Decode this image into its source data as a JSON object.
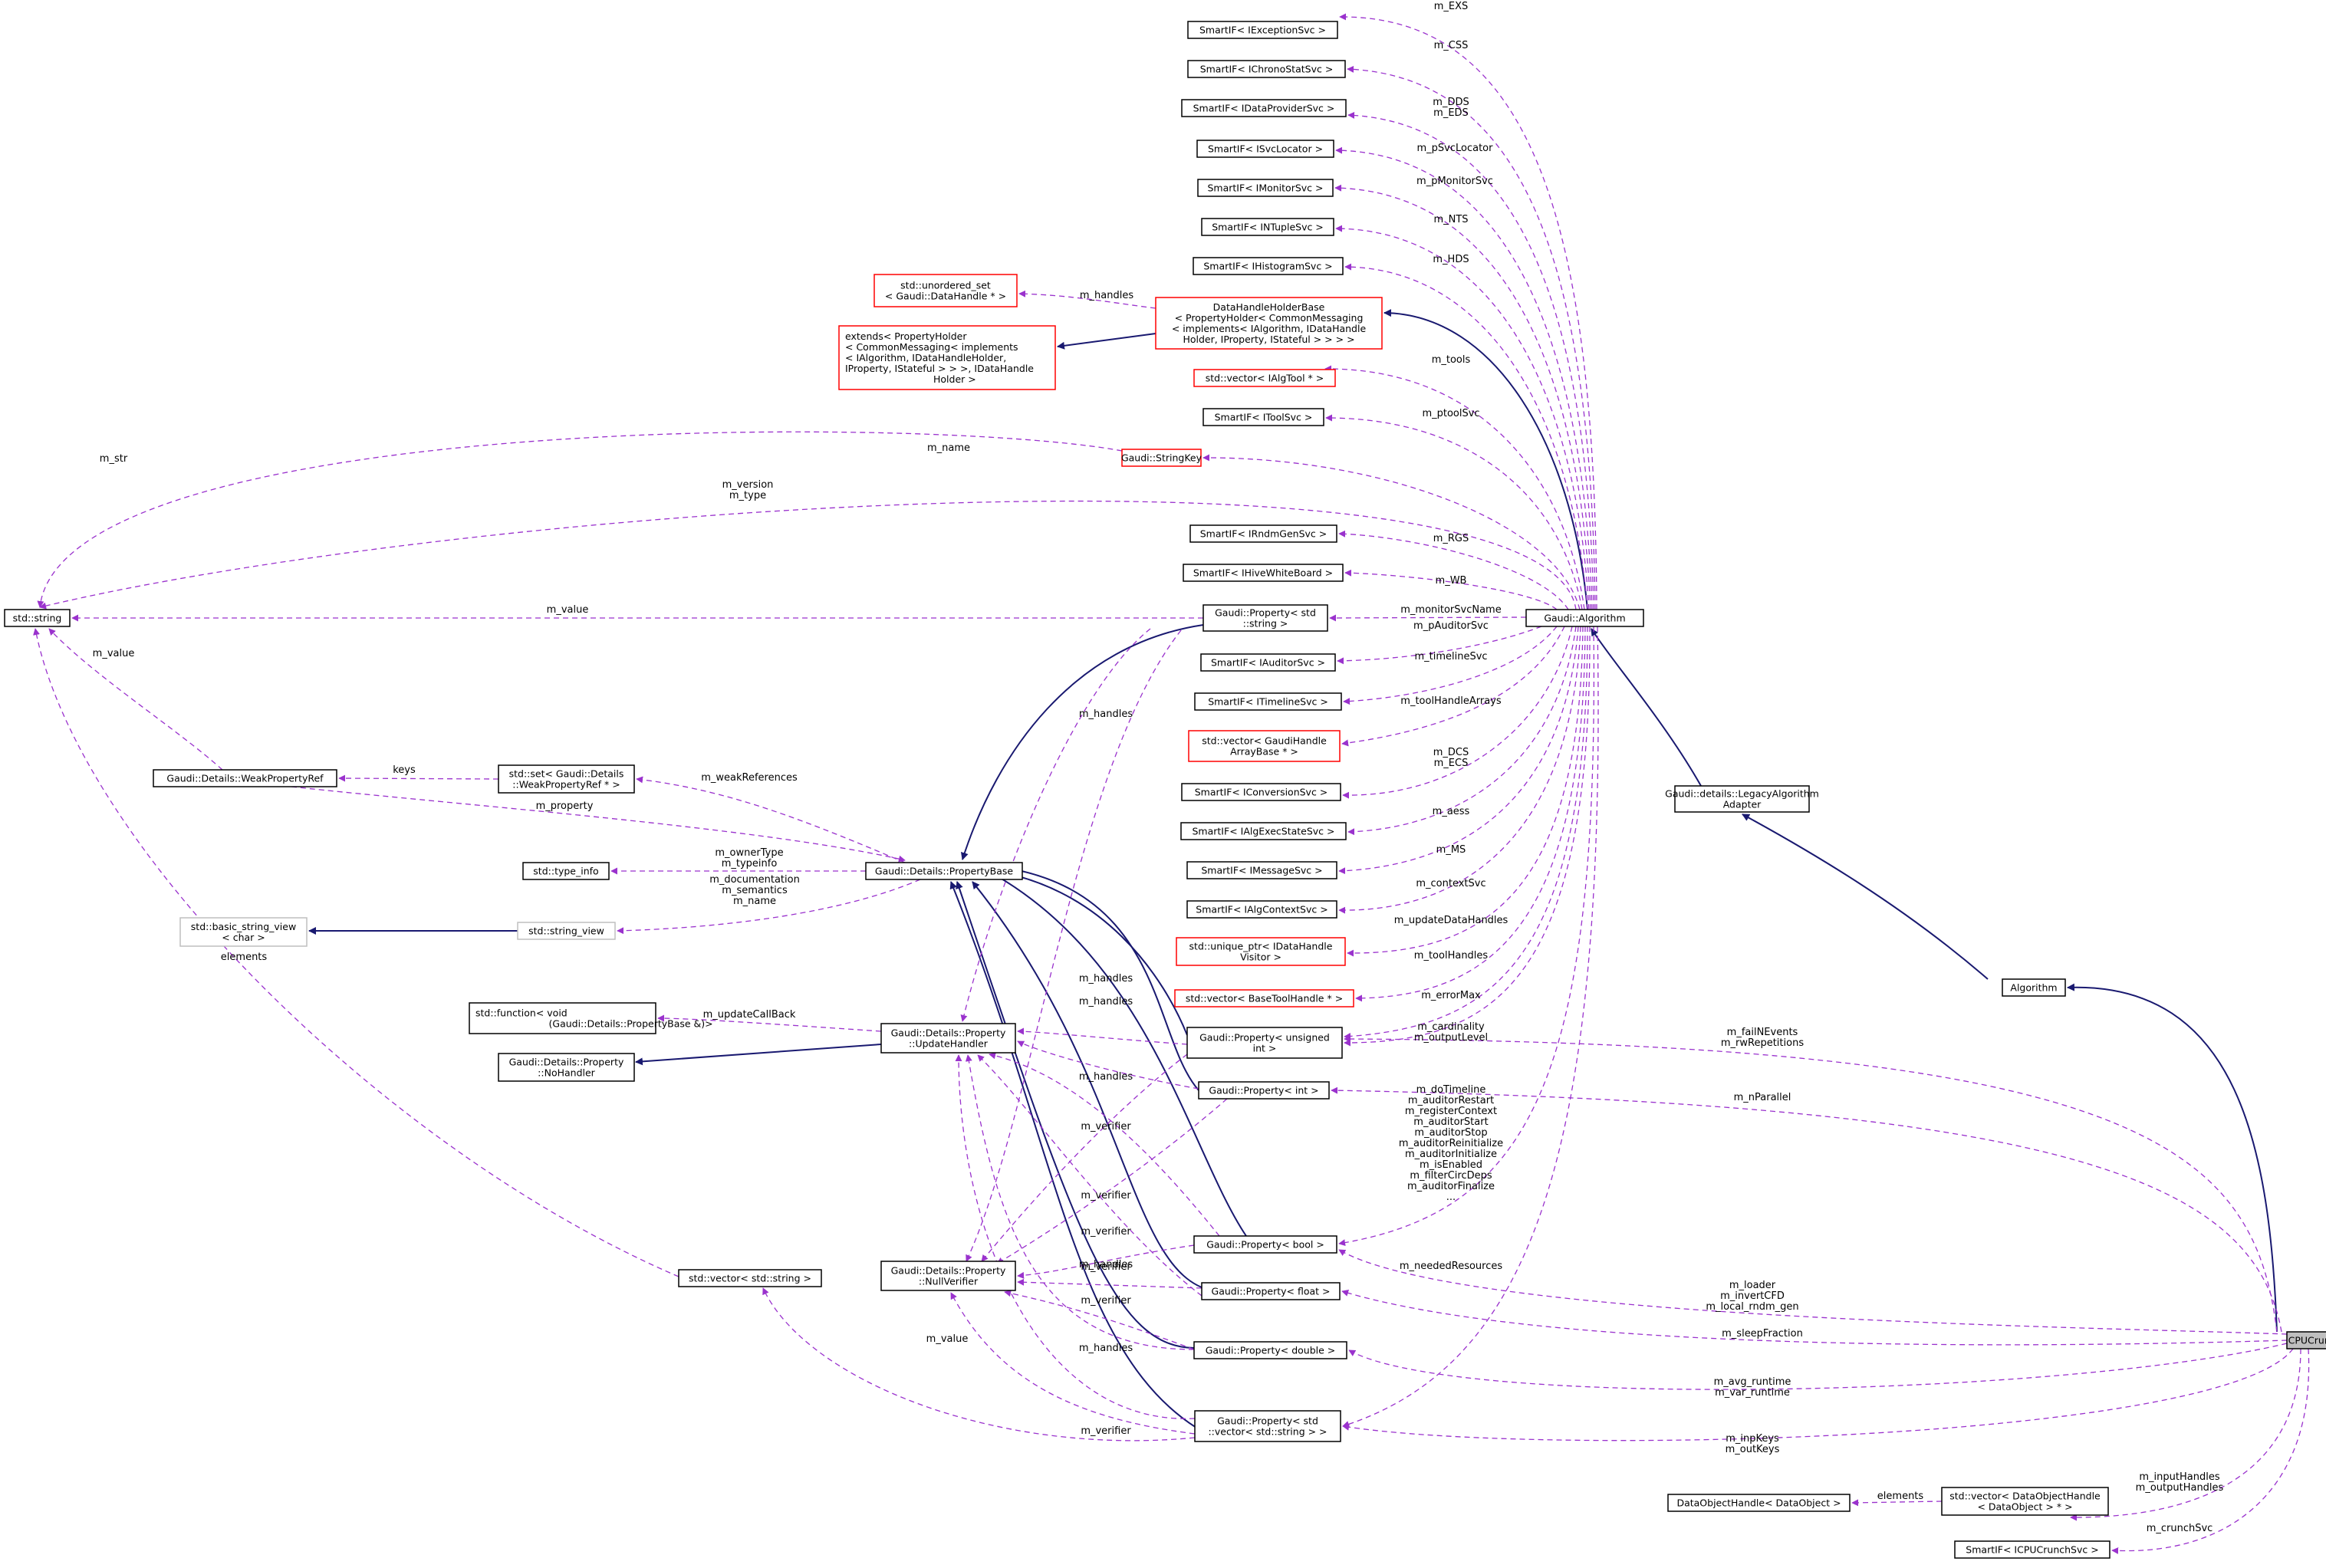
{
  "nodes": {
    "cpucruncher": {
      "lines": [
        "CPUCruncher"
      ],
      "kind": "focus"
    },
    "algorithm": {
      "lines": [
        "Algorithm"
      ],
      "kind": "normal"
    },
    "legacy": {
      "lines": [
        "Gaudi::details::LegacyAlgorithm",
        "Adapter"
      ],
      "kind": "normal"
    },
    "gaudialg": {
      "lines": [
        "Gaudi::Algorithm"
      ],
      "kind": "normal"
    },
    "sexc": {
      "lines": [
        "SmartIF< IExceptionSvc >"
      ],
      "kind": "normal"
    },
    "schrono": {
      "lines": [
        "SmartIF< IChronoStatSvc >"
      ],
      "kind": "normal"
    },
    "sdp": {
      "lines": [
        "SmartIF< IDataProviderSvc >"
      ],
      "kind": "normal"
    },
    "sloc": {
      "lines": [
        "SmartIF< ISvcLocator >"
      ],
      "kind": "normal"
    },
    "smon": {
      "lines": [
        "SmartIF< IMonitorSvc >"
      ],
      "kind": "normal"
    },
    "snt": {
      "lines": [
        "SmartIF< INTupleSvc >"
      ],
      "kind": "normal"
    },
    "shist": {
      "lines": [
        "SmartIF< IHistogramSvc >"
      ],
      "kind": "normal"
    },
    "uset": {
      "lines": [
        "std::unordered_set",
        "< Gaudi::DataHandle * >"
      ],
      "kind": "red"
    },
    "dhhb": {
      "lines": [
        "DataHandleHolderBase",
        "< PropertyHolder< CommonMessaging",
        "< implements< IAlgorithm, IDataHandle",
        "Holder, IProperty, IStateful > > > >"
      ],
      "kind": "red"
    },
    "extends": {
      "lines": [
        "extends< PropertyHolder",
        "< CommonMessaging< implements",
        "< IAlgorithm, IDataHandleHolder,",
        "IProperty, IStateful > > >, IDataHandle",
        "Holder >"
      ],
      "kind": "red",
      "align": "left"
    },
    "valgtool": {
      "lines": [
        "std::vector< IAlgTool * >"
      ],
      "kind": "red"
    },
    "stool": {
      "lines": [
        "SmartIF< IToolSvc >"
      ],
      "kind": "normal"
    },
    "strkey": {
      "lines": [
        "Gaudi::StringKey"
      ],
      "kind": "red"
    },
    "rndm": {
      "lines": [
        "SmartIF< IRndmGenSvc >"
      ],
      "kind": "normal"
    },
    "hivewb": {
      "lines": [
        "SmartIF< IHiveWhiteBoard >"
      ],
      "kind": "normal"
    },
    "stdstring": {
      "lines": [
        "std::string"
      ],
      "kind": "normal"
    },
    "propstr": {
      "lines": [
        "Gaudi::Property< std",
        "::string >"
      ],
      "kind": "normal"
    },
    "saud": {
      "lines": [
        "SmartIF< IAuditorSvc >"
      ],
      "kind": "normal"
    },
    "stime": {
      "lines": [
        "SmartIF< ITimelineSvc >"
      ],
      "kind": "normal"
    },
    "vgha": {
      "lines": [
        "std::vector< GaudiHandle",
        "ArrayBase * >"
      ],
      "kind": "red"
    },
    "wpr": {
      "lines": [
        "Gaudi::Details::WeakPropertyRef"
      ],
      "kind": "normal"
    },
    "setwpr": {
      "lines": [
        "std::set< Gaudi::Details",
        "::WeakPropertyRef * >"
      ],
      "kind": "normal"
    },
    "sconv": {
      "lines": [
        "SmartIF< IConversionSvc >"
      ],
      "kind": "normal"
    },
    "sexec": {
      "lines": [
        "SmartIF< IAlgExecStateSvc >"
      ],
      "kind": "normal"
    },
    "typeinfo": {
      "lines": [
        "std::type_info"
      ],
      "kind": "normal"
    },
    "propbase": {
      "lines": [
        "Gaudi::Details::PropertyBase"
      ],
      "kind": "normal"
    },
    "smsg": {
      "lines": [
        "SmartIF< IMessageSvc >"
      ],
      "kind": "normal"
    },
    "bsv": {
      "lines": [
        "std::basic_string_view",
        "< char >"
      ],
      "kind": "gray"
    },
    "sv": {
      "lines": [
        "std::string_view"
      ],
      "kind": "gray"
    },
    "sctx": {
      "lines": [
        "SmartIF< IAlgContextSvc >"
      ],
      "kind": "normal"
    },
    "uptr": {
      "lines": [
        "std::unique_ptr< IDataHandle",
        "Visitor >"
      ],
      "kind": "red"
    },
    "vbth": {
      "lines": [
        "std::vector< BaseToolHandle * >"
      ],
      "kind": "red"
    },
    "func": {
      "lines": [
        "std::function< void",
        "(Gaudi::Details::PropertyBase &)>"
      ],
      "kind": "normal",
      "align": "left"
    },
    "updh": {
      "lines": [
        "Gaudi::Details::Property",
        "::UpdateHandler"
      ],
      "kind": "normal"
    },
    "propuint": {
      "lines": [
        "Gaudi::Property< unsigned",
        "int >"
      ],
      "kind": "normal"
    },
    "nohandler": {
      "lines": [
        "Gaudi::Details::Property",
        "::NoHandler"
      ],
      "kind": "normal"
    },
    "propint": {
      "lines": [
        "Gaudi::Property< int >"
      ],
      "kind": "normal"
    },
    "propbool": {
      "lines": [
        "Gaudi::Property< bool >"
      ],
      "kind": "normal"
    },
    "nullv": {
      "lines": [
        "Gaudi::Details::Property",
        "::NullVerifier"
      ],
      "kind": "normal"
    },
    "vstr": {
      "lines": [
        "std::vector< std::string >"
      ],
      "kind": "normal"
    },
    "propfloat": {
      "lines": [
        "Gaudi::Property< float >"
      ],
      "kind": "normal"
    },
    "propdouble": {
      "lines": [
        "Gaudi::Property< double >"
      ],
      "kind": "normal"
    },
    "propvec": {
      "lines": [
        "Gaudi::Property< std",
        "::vector< std::string > >"
      ],
      "kind": "normal"
    },
    "doh": {
      "lines": [
        "DataObjectHandle< DataObject >"
      ],
      "kind": "normal"
    },
    "vdoh": {
      "lines": [
        "std::vector< DataObjectHandle",
        "< DataObject > * >"
      ],
      "kind": "normal"
    },
    "scrunch": {
      "lines": [
        "SmartIF< ICPUCrunchSvc >"
      ],
      "kind": "normal"
    }
  },
  "edge_labels": {
    "m_exs": "m_EXS",
    "m_css": "m_CSS",
    "m_dds_eds": [
      "m_DDS",
      "m_EDS"
    ],
    "m_psvclocator": "m_pSvcLocator",
    "m_pmonitorsvc": "m_pMonitorSvc",
    "m_nts": "m_NTS",
    "m_hds": "m_HDS",
    "m_handles": "m_handles",
    "m_tools": "m_tools",
    "m_ptoolsvc": "m_ptoolSvc",
    "m_name": "m_name",
    "m_str": "m_str",
    "m_version_type": [
      "m_version",
      "m_type"
    ],
    "m_rgs": "m_RGS",
    "m_wb": "m_WB",
    "m_value_str": "m_value",
    "m_monitorsvcname": "m_monitorSvcName",
    "m_pauditorsvc": "m_pAuditorSvc",
    "m_timelinesvc": "m_timelineSvc",
    "m_value_wpr": "m_value",
    "m_toolhandlearrays": "m_toolHandleArrays",
    "m_handles_propstr": "m_handles",
    "keys": "keys",
    "m_weakreferences": "m_weakReferences",
    "m_dcs_ecs": [
      "m_DCS",
      "m_ECS"
    ],
    "m_property": "m_property",
    "m_aess": "m_aess",
    "m_ownertype": [
      "m_ownerType",
      "m_typeinfo"
    ],
    "m_ms": "m_MS",
    "m_documentation": [
      "m_documentation",
      "m_semantics",
      "m_name"
    ],
    "m_contextsvc": "m_contextSvc",
    "elements_bsv": "elements",
    "m_updatedatahandles": "m_updateDataHandles",
    "m_toolhandles": "m_toolHandles",
    "m_updatecallback": "m_updateCallBack",
    "m_handles_uint": "m_handles",
    "m_handles_int": "m_handles",
    "m_errormax": "m_errorMax",
    "m_cardinality": [
      "m_cardinality",
      "m_outputLevel"
    ],
    "m_failnevents": [
      "m_failNEvents",
      "m_rwRepetitions"
    ],
    "m_handles_bool": "m_handles",
    "m_nparallel": "m_nParallel",
    "m_verifier_uint": "m_verifier",
    "m_dotimeline": [
      "m_doTimeline",
      "m_auditorRestart",
      "m_registerContext",
      "m_auditorStart",
      "m_auditorStop",
      "m_auditorReinitialize",
      "m_auditorInitialize",
      "m_isEnabled",
      "m_filterCircDeps",
      "m_auditorFinalize",
      "..."
    ],
    "m_verifier_int": "m_verifier",
    "m_verifier_bool": "m_verifier",
    "m_verifier_float": "m_verifier",
    "m_neededresources": "m_neededResources",
    "m_handles_float": "m_handles",
    "m_verifier_double": "m_verifier",
    "m_loader": [
      "m_loader",
      "m_invertCFD",
      "m_local_rndm_gen"
    ],
    "m_sleepfraction": "m_sleepFraction",
    "m_value_vstr": "m_value",
    "m_handles_double": "m_handles",
    "m_avg_runtime": [
      "m_avg_runtime",
      "m_var_runtime"
    ],
    "m_verifier_vec": "m_verifier",
    "m_inpkeys": [
      "m_inpKeys",
      "m_outKeys"
    ],
    "m_inputhandles": [
      "m_inputHandles",
      "m_outputHandles"
    ],
    "elements_doh": "elements",
    "m_crunchsvc": "m_crunchSvc"
  },
  "colors": {
    "inheritance": "#191970",
    "usage": "#9a32cd",
    "focus_fill": "#bfbfbf",
    "red_border": "#ff0000",
    "gray_border": "#bfbfbf",
    "text": "#000000"
  }
}
